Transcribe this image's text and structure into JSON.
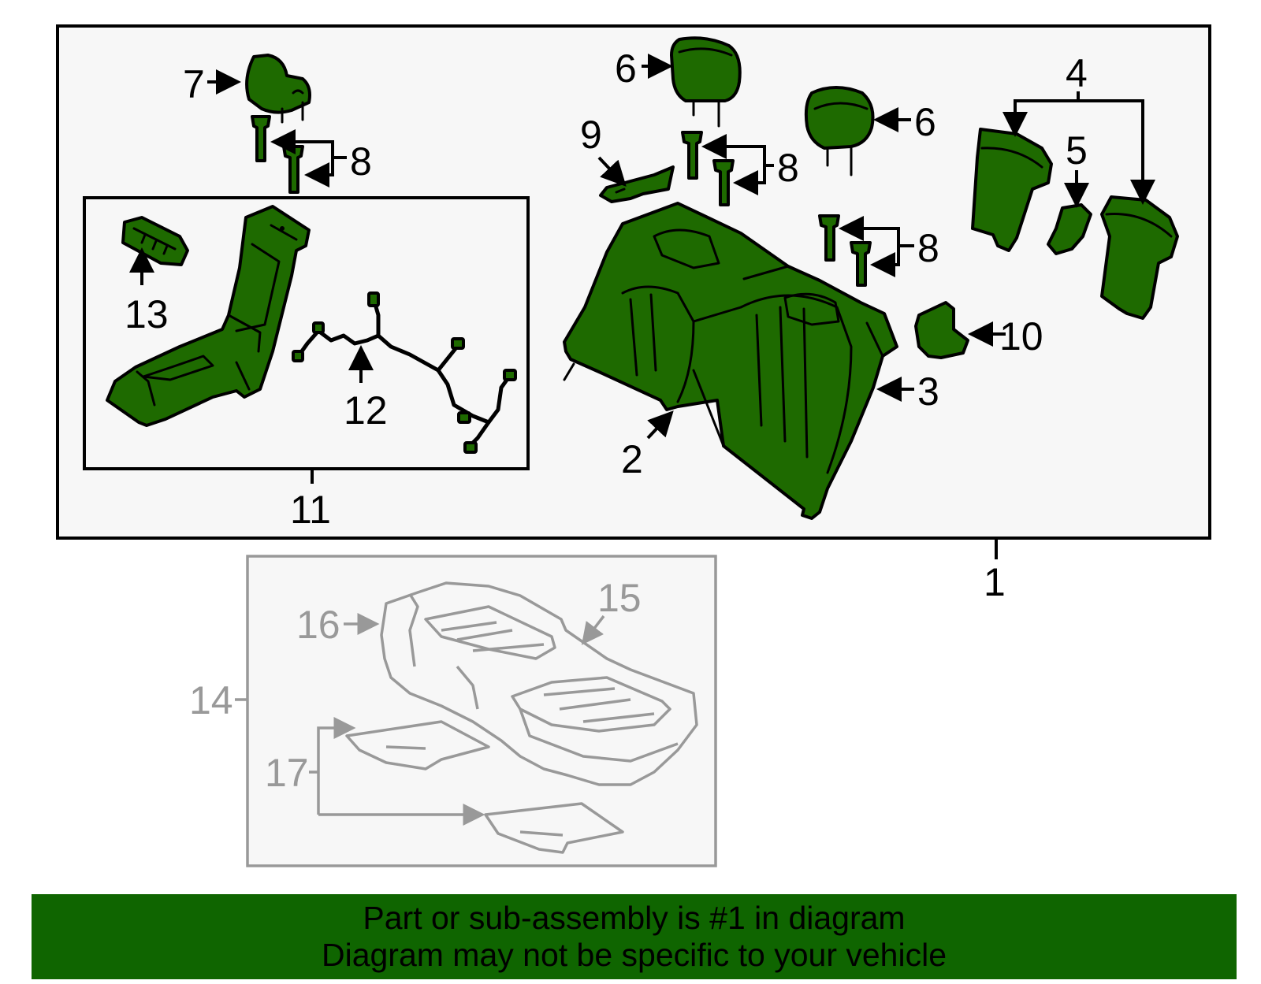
{
  "callouts": {
    "c1": "1",
    "c2": "2",
    "c3": "3",
    "c4": "4",
    "c5": "5",
    "c6": "6",
    "c7": "7",
    "c8": "8",
    "c9": "9",
    "c10": "10",
    "c11": "11",
    "c12": "12",
    "c13": "13",
    "c14": "14",
    "c15": "15",
    "c16": "16",
    "c17": "17"
  },
  "banner": {
    "line1": "Part or sub-assembly is #1 in diagram",
    "line2": "Diagram may not be specific to your vehicle"
  },
  "colors": {
    "part_fill": "#1e6a00",
    "banner_bg": "#0f6500",
    "ghost_stroke": "#999999"
  }
}
